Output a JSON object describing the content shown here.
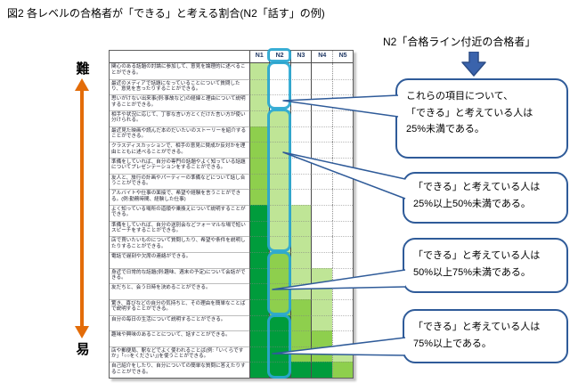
{
  "title": "図2 各レベルの合格者が「できる」と考える割合(N2「話す」の例)",
  "difficulty_axis": {
    "hard": "難",
    "easy": "易"
  },
  "n2_annotation": "N2「合格ライン付近の合格者」",
  "table": {
    "columns": [
      "N1",
      "N2",
      "N3",
      "N4",
      "N5"
    ],
    "rows": [
      {
        "text": "関心のある話題の討論に参加して、意見を論理的に述べることができる。",
        "levels": [
          1,
          0,
          0,
          0,
          0
        ]
      },
      {
        "text": "最近のメディアで話題になっていることについて質問したり、意見を言ったりすることができる。",
        "levels": [
          1,
          0,
          0,
          0,
          0
        ]
      },
      {
        "text": "思いがけない出来事(例:事故など)の経緯と理由について説明することができる。",
        "levels": [
          1,
          0,
          0,
          0,
          0
        ]
      },
      {
        "text": "相手や状況に応じて、丁寧な言い方とくだけた言い方が使い分けられる。",
        "levels": [
          1,
          1,
          0,
          0,
          0
        ]
      },
      {
        "text": "最近見た映画や読んだ本のだいたいのストーリーを紹介することができる。",
        "levels": [
          2,
          1,
          0,
          0,
          0
        ]
      },
      {
        "text": "クラスディスカッションで、相手の意見に賛成か反対かを理由とともに述べることができる。",
        "levels": [
          2,
          1,
          0,
          0,
          0
        ]
      },
      {
        "text": "準備をしていれば、自分の専門の話題やよく知っている話題についてプレゼンテーションをすることができる。",
        "levels": [
          2,
          1,
          0,
          0,
          0
        ]
      },
      {
        "text": "友人と、旅行の計画やパーティーの準備などについて話し合うことができる。",
        "levels": [
          2,
          1,
          0,
          0,
          0
        ]
      },
      {
        "text": "アルバイトや仕事の面接で、希望や経験を言うことができる。(例:勤務時間、経験した仕事)",
        "levels": [
          2,
          1,
          0,
          0,
          0
        ]
      },
      {
        "text": "よく知っている場所の道順や乗換えについて説明することができる。",
        "levels": [
          3,
          1,
          1,
          0,
          0
        ]
      },
      {
        "text": "準備をしていれば、自分の送別会などフォーマルな場で短いスピーチをすることができる。",
        "levels": [
          3,
          1,
          1,
          0,
          0
        ]
      },
      {
        "text": "店で買いたいものについて質問したり、希望や条件を説明したりすることができる。",
        "levels": [
          3,
          1,
          1,
          0,
          0
        ]
      },
      {
        "text": "電話で遅刻や欠席の連絡ができる。",
        "levels": [
          3,
          2,
          1,
          0,
          0
        ]
      },
      {
        "text": "身近で日常的な話題(例:趣味、週末の予定)について会話ができる。",
        "levels": [
          3,
          2,
          1,
          1,
          0
        ]
      },
      {
        "text": "友だちと、会う日時を決めることができる。",
        "levels": [
          3,
          2,
          1,
          1,
          0
        ]
      },
      {
        "text": "驚き、喜びなどの自分の気持ちと、その理由を簡単なことばで説明することができる。",
        "levels": [
          3,
          2,
          2,
          1,
          0
        ]
      },
      {
        "text": "自分の毎日の生活について説明することができる。",
        "levels": [
          3,
          3,
          2,
          1,
          0
        ]
      },
      {
        "text": "趣味や興味のあることについて、話すことができる。",
        "levels": [
          3,
          3,
          2,
          2,
          0
        ]
      },
      {
        "text": "店や郵便局、駅などでよく使われることば(例:「いくらですか」「○○をください」)を使うことができる。",
        "levels": [
          3,
          3,
          2,
          2,
          1
        ]
      },
      {
        "text": "自己紹介をしたり、自分についての簡単な質問に答えたりすることができる。",
        "levels": [
          3,
          3,
          3,
          3,
          2
        ]
      }
    ]
  },
  "legend": {
    "level_colors": [
      "#ffffff",
      "#bfe596",
      "#8ecf4d",
      "#009c3c"
    ],
    "level_meanings": [
      "25%未満",
      "25%以上50%未満",
      "50%以上75%未満",
      "75%以上"
    ]
  },
  "bubbles": [
    {
      "lines": [
        "これらの項目について、",
        "「できる」と考えている人は",
        "25%未満である。"
      ]
    },
    {
      "lines": [
        "「できる」と考えている人は",
        "25%以上50%未満である。"
      ]
    },
    {
      "lines": [
        "「できる」と考えている人は",
        "50%以上75%未満である。"
      ]
    },
    {
      "lines": [
        "「できる」と考えている人は",
        "75%以上である。"
      ]
    }
  ],
  "colors": {
    "highlight_outline": "#2aa8d3",
    "bubble_border": "#2f5b99",
    "down_arrow": "#3a63ac",
    "difficulty_arrow": "#e36c09"
  },
  "chart_data": {
    "type": "heatmap",
    "title": "図2 各レベルの合格者が「できる」と考える割合(N2「話す」の例)",
    "columns": [
      "N1",
      "N2",
      "N3",
      "N4",
      "N5"
    ],
    "rows": [
      "関心のある話題の討論に参加して、意見を論理的に述べることができる。",
      "最近のメディアで話題になっていることについて質問したり、意見を言ったりすることができる。",
      "思いがけない出来事(例:事故など)の経緯と理由について説明することができる。",
      "相手や状況に応じて、丁寧な言い方とくだけた言い方が使い分けられる。",
      "最近見た映画や読んだ本のだいたいのストーリーを紹介することができる。",
      "クラスディスカッションで、相手の意見に賛成か反対かを理由とともに述べることができる。",
      "準備をしていれば、自分の専門の話題やよく知っている話題についてプレゼンテーションをすることができる。",
      "友人と、旅行の計画やパーティーの準備などについて話し合うことができる。",
      "アルバイトや仕事の面接で、希望や経験を言うことができる。(例:勤務時間、経験した仕事)",
      "よく知っている場所の道順や乗換えについて説明することができる。",
      "準備をしていれば、自分の送別会などフォーマルな場で短いスピーチをすることができる。",
      "店で買いたいものについて質問したり、希望や条件を説明したりすることができる。",
      "電話で遅刻や欠席の連絡ができる。",
      "身近で日常的な話題(例:趣味、週末の予定)について会話ができる。",
      "友だちと、会う日時を決めることができる。",
      "驚き、喜びなどの自分の気持ちと、その理由を簡単なことばで説明することができる。",
      "自分の毎日の生活について説明することができる。",
      "趣味や興味のあることについて、話すことができる。",
      "店や郵便局、駅などでよく使われることば(例:「いくらですか」「○○をください」)を使うことができる。",
      "自己紹介をしたり、自分についての簡単な質問に答えたりすることができる。"
    ],
    "values": [
      [
        1,
        0,
        0,
        0,
        0
      ],
      [
        1,
        0,
        0,
        0,
        0
      ],
      [
        1,
        0,
        0,
        0,
        0
      ],
      [
        1,
        1,
        0,
        0,
        0
      ],
      [
        2,
        1,
        0,
        0,
        0
      ],
      [
        2,
        1,
        0,
        0,
        0
      ],
      [
        2,
        1,
        0,
        0,
        0
      ],
      [
        2,
        1,
        0,
        0,
        0
      ],
      [
        2,
        1,
        0,
        0,
        0
      ],
      [
        3,
        1,
        1,
        0,
        0
      ],
      [
        3,
        1,
        1,
        0,
        0
      ],
      [
        3,
        1,
        1,
        0,
        0
      ],
      [
        3,
        2,
        1,
        0,
        0
      ],
      [
        3,
        2,
        1,
        1,
        0
      ],
      [
        3,
        2,
        1,
        1,
        0
      ],
      [
        3,
        2,
        2,
        1,
        0
      ],
      [
        3,
        3,
        2,
        1,
        0
      ],
      [
        3,
        3,
        2,
        2,
        0
      ],
      [
        3,
        3,
        2,
        2,
        1
      ],
      [
        3,
        3,
        3,
        3,
        2
      ]
    ],
    "value_scale": {
      "0": "25%未満",
      "1": "25%以上50%未満",
      "2": "50%以上75%未満",
      "3": "75%以上"
    },
    "highlighted_column": "N2",
    "legend_position": "callout-bubbles-right",
    "grid": true
  }
}
